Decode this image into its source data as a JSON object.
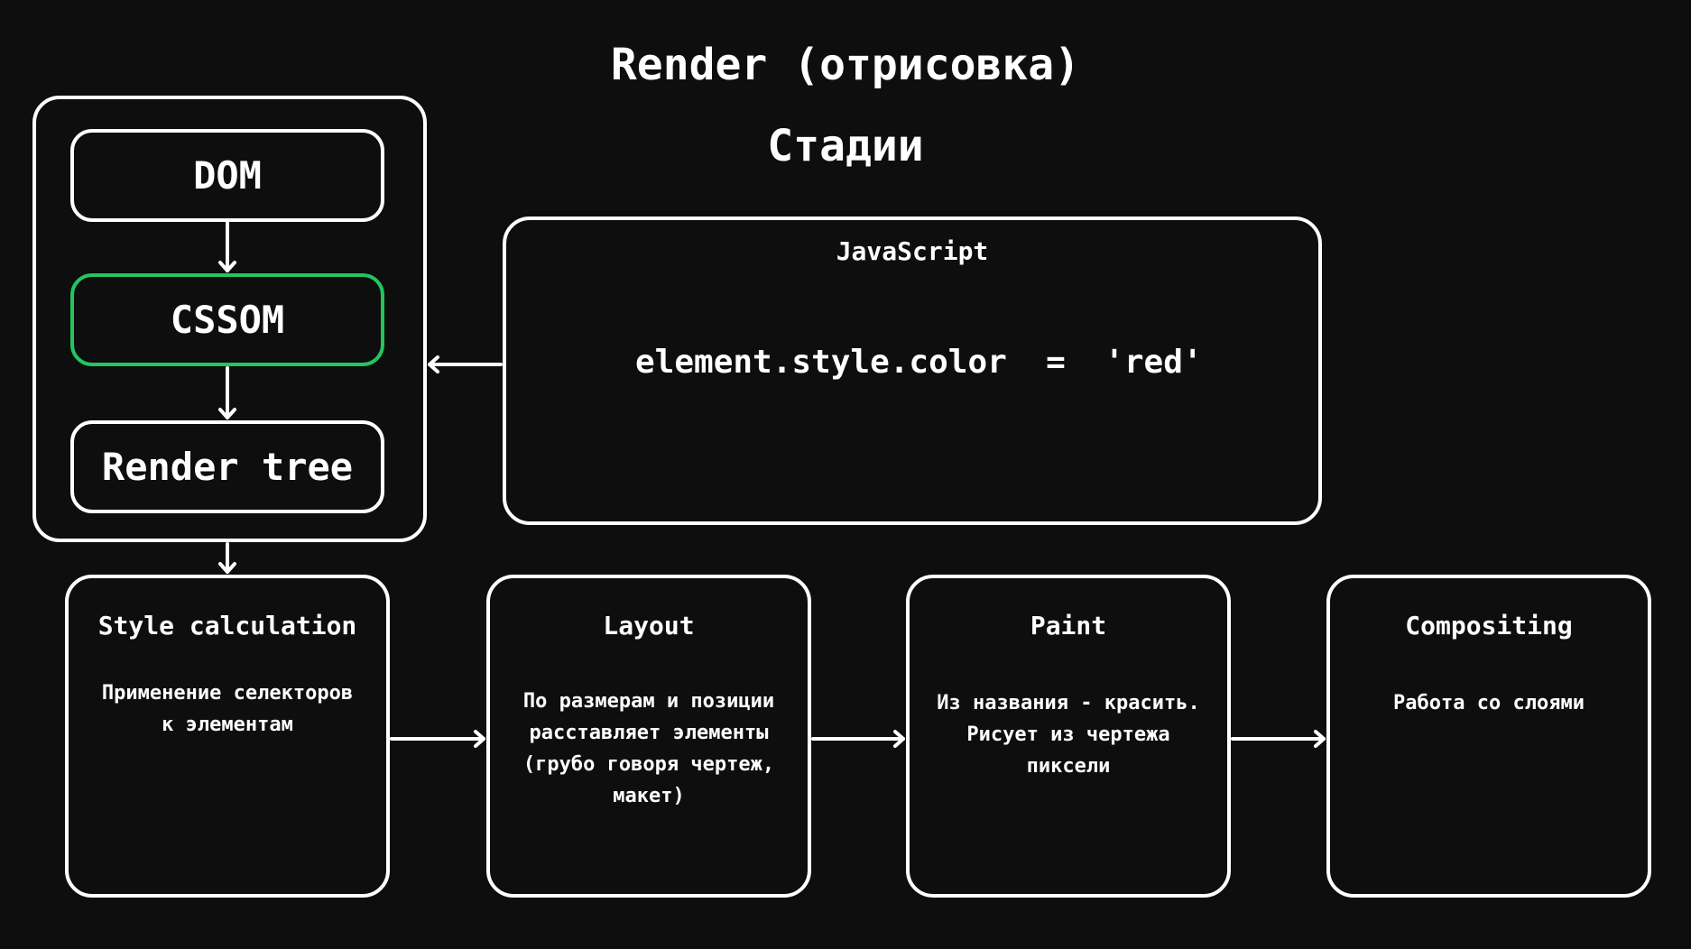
{
  "title": "Render (отрисовка)",
  "subtitle": "Стадии",
  "pipeline": {
    "dom": "DOM",
    "cssom": "CSSOM",
    "render_tree": "Render tree"
  },
  "javascript": {
    "header": "JavaScript",
    "code": "element.style.color  =  'red'"
  },
  "stages": [
    {
      "title": "Style calculation",
      "desc_lines": [
        "Применение селекторов",
        "к элементам"
      ]
    },
    {
      "title": "Layout",
      "desc_lines": [
        "По размерам и позиции",
        "расставляет элементы",
        "(грубо говоря чертеж,",
        "макет)"
      ]
    },
    {
      "title": "Paint",
      "desc_lines": [
        "Из названия - красить.",
        "Рисует из чертежа",
        "пиксели"
      ]
    },
    {
      "title": "Compositing",
      "desc_lines": [
        "Работа со слоями"
      ]
    }
  ],
  "colors": {
    "background": "#0e0e0e",
    "stroke": "#ffffff",
    "highlight": "#22c55e"
  }
}
